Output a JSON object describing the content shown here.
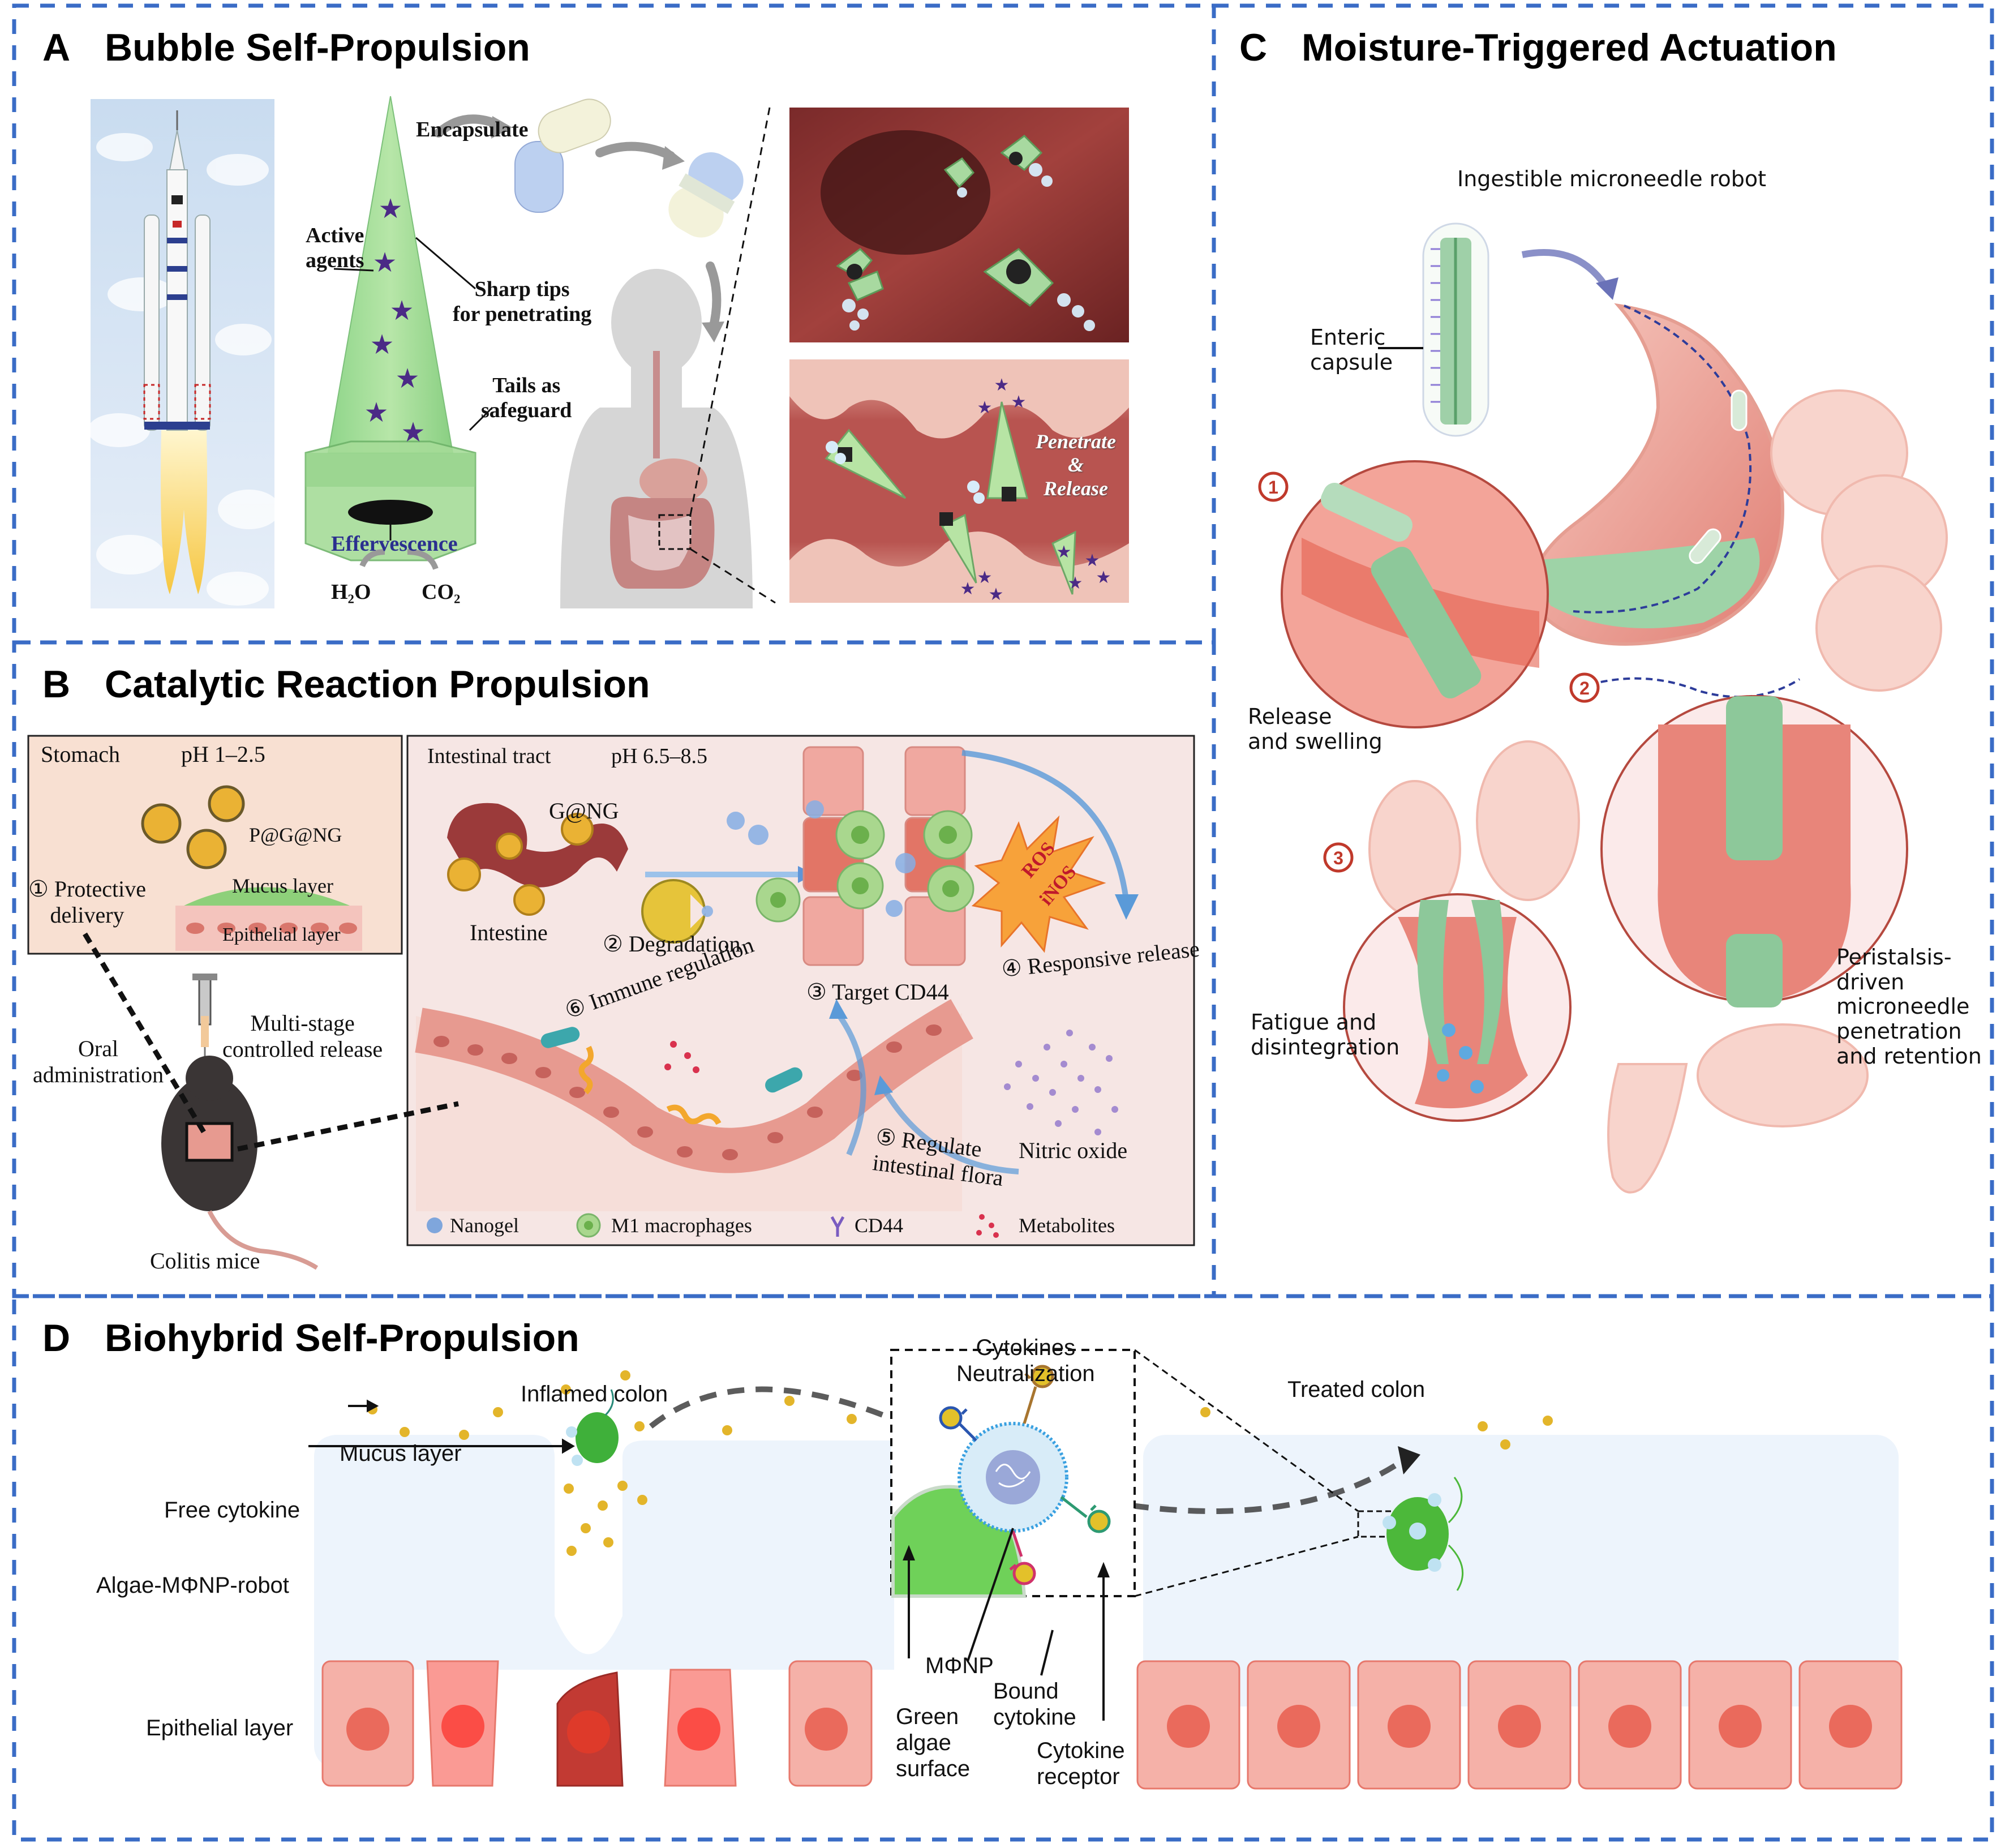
{
  "figure": {
    "panels": [
      {
        "id": "A",
        "letter": "A",
        "title": "Bubble Self-Propulsion",
        "labels": {
          "encapsulate": "Encapsulate",
          "active_agents": "Active\nagents",
          "sharp_tips": "Sharp tips\nfor penetrating",
          "tails": "Tails as\nsafeguard",
          "effervescence": "Effervescence",
          "h2o": "H₂O",
          "co2": "CO₂",
          "penetrate_release": "Penetrate\n&\nRelease"
        }
      },
      {
        "id": "B",
        "letter": "B",
        "title": "Catalytic Reaction Propulsion",
        "labels": {
          "stomach": "Stomach",
          "stomach_ph": "pH 1–2.5",
          "pgng": "P@G@NG",
          "mucus_layer": "Mucus layer",
          "epithelial_layer": "Epithelial layer",
          "protective_delivery": "① Protective\ndelivery",
          "oral_administration": "Oral\nadministration",
          "multistage": "Multi-stage\ncontrolled release",
          "colitis_mice": "Colitis mice",
          "intestinal_tract": "Intestinal tract",
          "intestinal_ph": "pH 6.5–8.5",
          "gng": "G@NG",
          "intestine": "Intestine",
          "degradation": "② Degradation",
          "target_cd44": "③ Target CD44",
          "responsive_release": "④ Responsive release",
          "regulate_flora": "⑤ Regulate\nintestinal flora",
          "immune_regulation": "⑥ Immune regulation",
          "ros": "ROS",
          "inos": "iNOS",
          "nitric_oxide": "Nitric oxide"
        },
        "legend": [
          {
            "label": "Nanogel",
            "icon": "nanogel-icon",
            "color": "#7fa6dc"
          },
          {
            "label": "M1 macrophages",
            "icon": "macrophage-icon",
            "color": "#8cc56a"
          },
          {
            "label": "CD44",
            "icon": "cd44-receptor-icon",
            "color": "#7a5cc0"
          },
          {
            "label": "Metabolites",
            "icon": "metabolites-icon",
            "color": "#d9324e"
          }
        ]
      },
      {
        "id": "C",
        "letter": "C",
        "title": "Moisture-Triggered Actuation",
        "labels": {
          "robot": "Ingestible microneedle robot",
          "enteric_capsule": "Enteric\ncapsule",
          "release_swelling": "Release\nand swelling",
          "fatigue": "Fatigue and\ndisintegration",
          "peristalsis": "Peristalsis-\ndriven\nmicroneedle\npenetration\nand retention"
        },
        "steps": [
          "1",
          "2",
          "3"
        ]
      },
      {
        "id": "D",
        "letter": "D",
        "title": "Biohybrid Self-Propulsion",
        "labels": {
          "inflamed_colon": "Inflamed colon",
          "mucus_layer": "Mucus layer",
          "free_cytokine": "Free cytokine",
          "algae_robot": "Algae-MΦNP-robot",
          "epithelial_layer": "Epithelial layer",
          "cytokines_neutralization": "Cytokines\nNeutralization",
          "treated_colon": "Treated colon",
          "mphinp": "MΦNP",
          "bound_cytokine": "Bound\ncytokine",
          "green_algae": "Green\nalgae\nsurface",
          "cytokine_receptor": "Cytokine\nreceptor"
        }
      }
    ],
    "colors": {
      "panel_border": "#3a6cc6",
      "effervescence_text": "#2b2f8f",
      "robot_green": "#9fd88c",
      "agent_star": "#4b2a86",
      "tissue_pink": "#f3b3aa",
      "tissue_red": "#d9645a",
      "mucus_blue": "#edf4fc",
      "cytokine_gold": "#e3b52a",
      "algae_green": "#4cb83a",
      "step_circle": "#c0392b"
    }
  }
}
